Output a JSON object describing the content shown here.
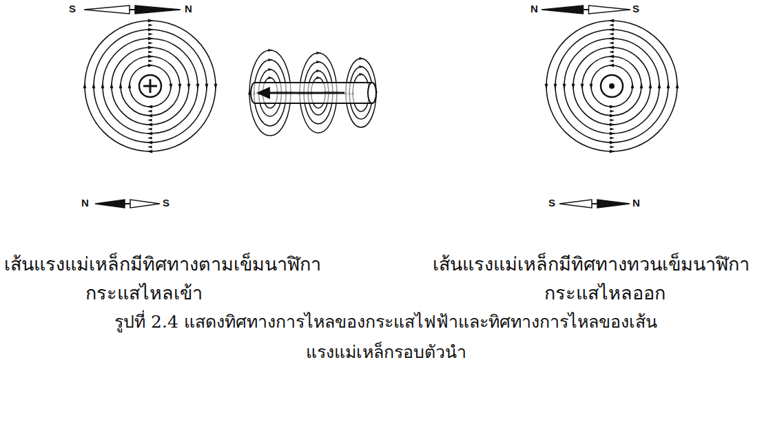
{
  "diagram": {
    "caption": "รูปที่ 2.4 แสดงทิศทางการไหลของกระแสไฟฟ้าและทิศทางการไหลของเส้นแรงแม่เหล็กรอบตัวนำ",
    "labels": [
      "S",
      "N",
      "N",
      "S",
      "S",
      "N",
      "N",
      "S",
      "เส้นแรงแม่เหล็กมีทิศทางตามเข็มนาฬิกา",
      "กระแสไหลเข้า",
      "เส้นแรงแม่เหล็กมีทิศทางทวนเข็มนาฬิกา",
      "กระแสไหลออก"
    ]
  }
}
